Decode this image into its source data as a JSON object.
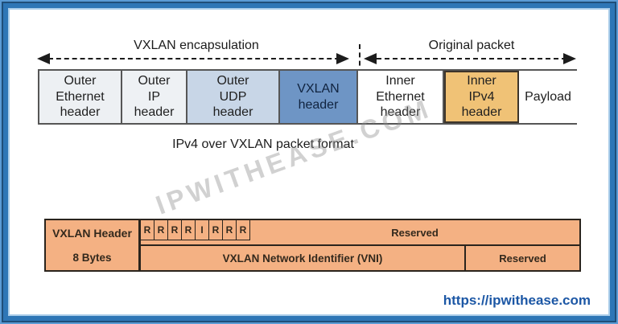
{
  "frame": {
    "border_color": "#2e76b6"
  },
  "top_diagram": {
    "left_span_label": "VXLAN encapsulation",
    "right_span_label": "Original packet",
    "boxes": [
      {
        "label": "Outer\nEthernet\nheader",
        "bg": "#edf0f3"
      },
      {
        "label": "Outer\nIP\nheader",
        "bg": "#eef1f4"
      },
      {
        "label": "Outer\nUDP\nheader",
        "bg": "#c8d6e7"
      },
      {
        "label": "VXLAN\nheader",
        "bg": "#6e95c5"
      },
      {
        "label": "Inner\nEthernet\nheader",
        "bg": "#ffffff"
      },
      {
        "label": "Inner\nIPv4\nheader",
        "bg": "#f0c276"
      },
      {
        "label": "Payload",
        "bg": "#ffffff"
      }
    ],
    "caption": "IPv4 over VXLAN packet format"
  },
  "watermark": {
    "text": "IPWITHEASE.COM"
  },
  "vxlan_header_table": {
    "row_label_title": "VXLAN Header",
    "row_label_subtitle": "8 Bytes",
    "flag_bits": [
      "R",
      "R",
      "R",
      "R",
      "I",
      "R",
      "R",
      "R"
    ],
    "row1_field_label": "Reserved",
    "row2_field_label": "VXLAN Network Identifier (VNI)",
    "row2_reserved_label": "Reserved",
    "bg_color": "#f4b183"
  },
  "footer": {
    "link_text": "https://ipwithease.com",
    "link_color": "#1c57a5"
  }
}
